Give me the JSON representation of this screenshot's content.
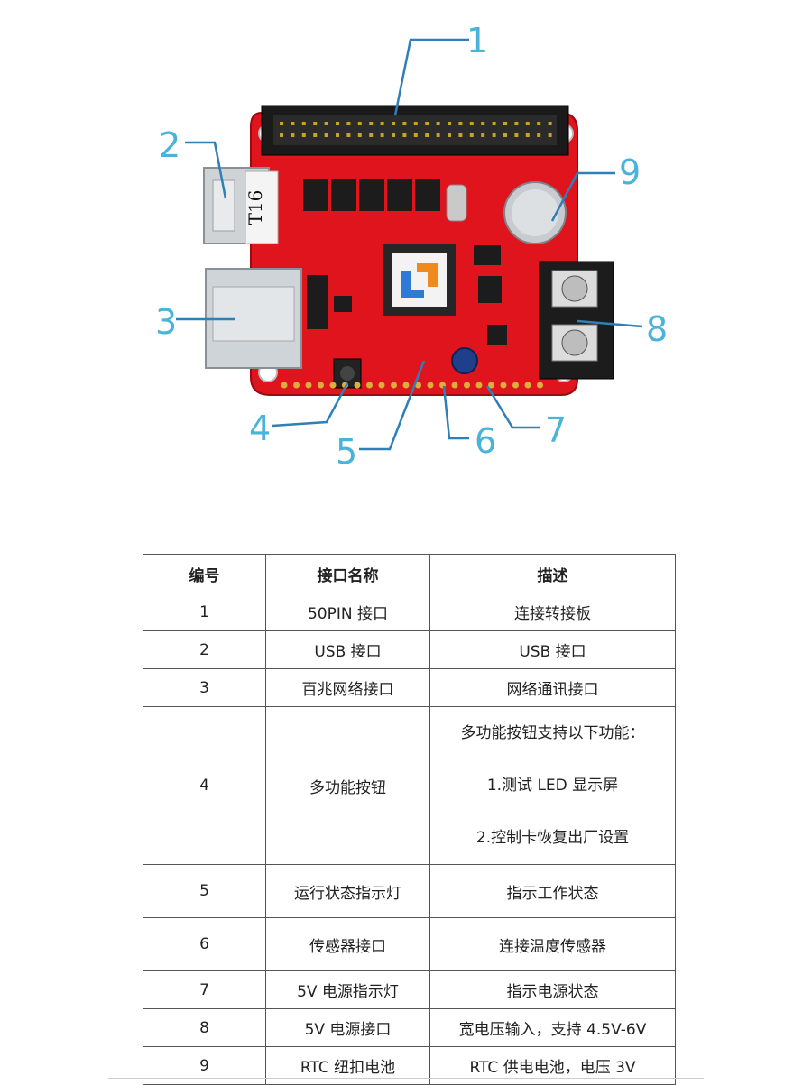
{
  "diagram": {
    "board_silkscreen": "T16",
    "callouts": [
      "1",
      "2",
      "3",
      "4",
      "5",
      "6",
      "7",
      "8",
      "9"
    ]
  },
  "table": {
    "headers": [
      "编号",
      "接口名称",
      "描述"
    ],
    "rows": [
      {
        "num": "1",
        "name": "50PIN 接口",
        "desc": [
          "连接转接板"
        ]
      },
      {
        "num": "2",
        "name": "USB 接口",
        "desc": [
          "USB 接口"
        ]
      },
      {
        "num": "3",
        "name": "百兆网络接口",
        "desc": [
          "网络通讯接口"
        ]
      },
      {
        "num": "4",
        "name": "多功能按钮",
        "desc": [
          "多功能按钮支持以下功能：",
          "1.测试 LED 显示屏",
          "2.控制卡恢复出厂设置"
        ]
      },
      {
        "num": "5",
        "name": "运行状态指示灯",
        "desc": [
          "指示工作状态"
        ]
      },
      {
        "num": "6",
        "name": "传感器接口",
        "desc": [
          "连接温度传感器"
        ]
      },
      {
        "num": "7",
        "name": "5V 电源指示灯",
        "desc": [
          "指示电源状态"
        ]
      },
      {
        "num": "8",
        "name": "5V 电源接口",
        "desc": [
          "宽电压输入，支持 4.5V-6V"
        ]
      },
      {
        "num": "9",
        "name": "RTC 纽扣电池",
        "desc": [
          "RTC 供电电池，电压 3V"
        ]
      }
    ]
  }
}
